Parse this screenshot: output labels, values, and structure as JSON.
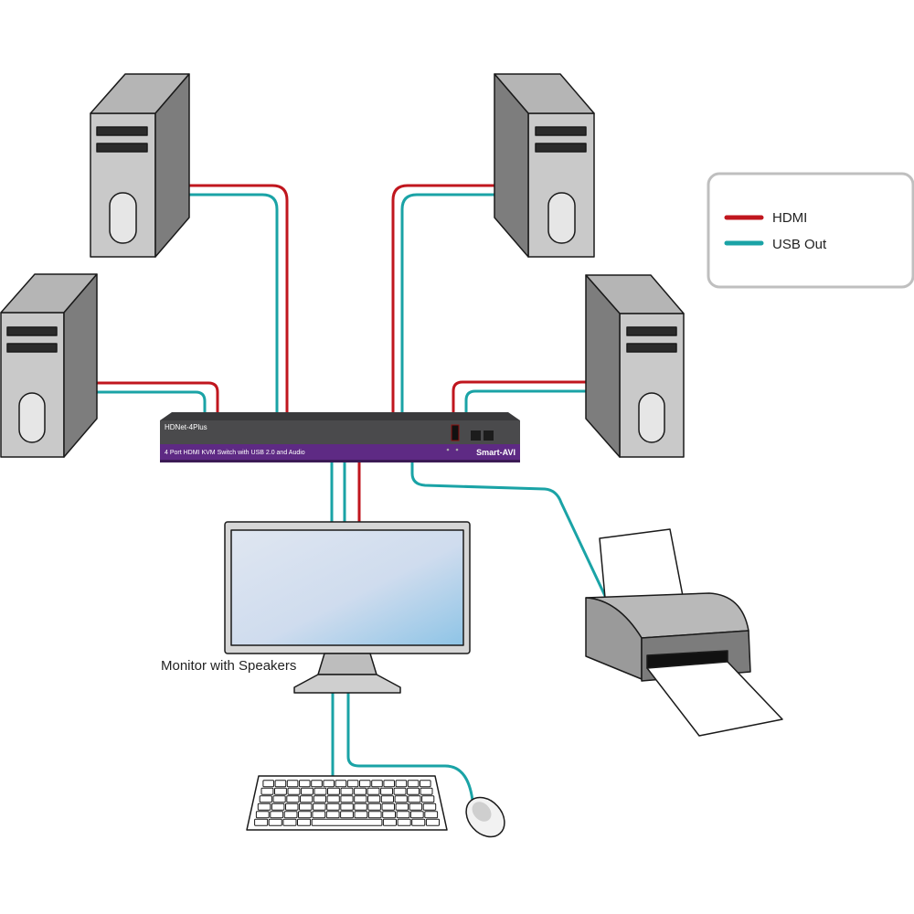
{
  "legend": {
    "items": [
      {
        "label": "HDMI",
        "color": "#c0161e"
      },
      {
        "label": "USB Out",
        "color": "#1aa3a6"
      }
    ]
  },
  "switch": {
    "model": "HDNet-4Plus",
    "description": "4 Port HDMI KVM Switch with USB 2.0 and Audio",
    "brand": "Smart-AVI"
  },
  "monitor": {
    "caption": "Monitor with Speakers"
  },
  "colors": {
    "hdmi": "#c0161e",
    "usb": "#1aa3a6",
    "switch_body": "#4a4a4c",
    "switch_band": "#5e2a84"
  }
}
